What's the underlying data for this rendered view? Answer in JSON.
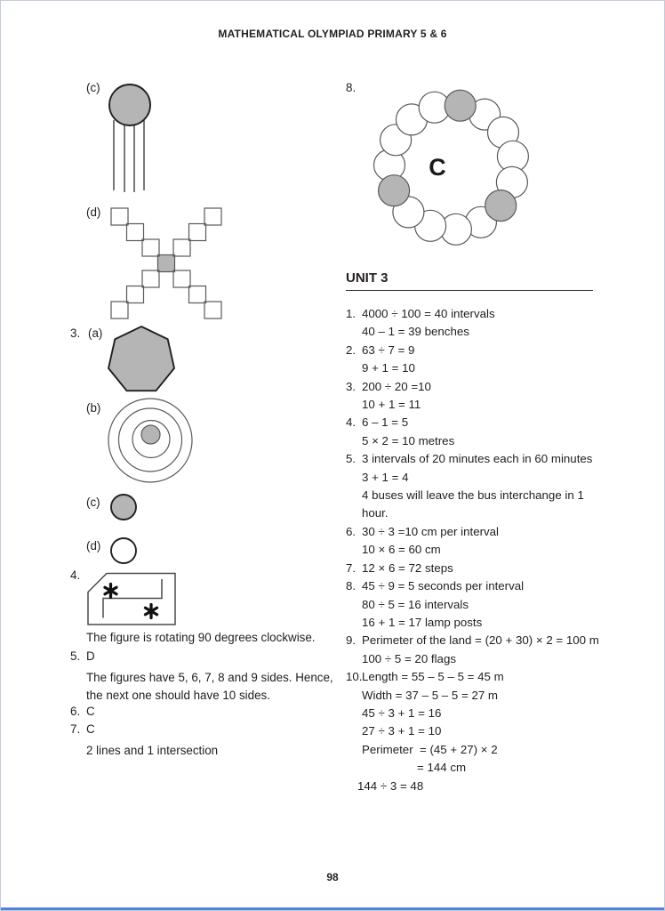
{
  "page": {
    "header": "MATHEMATICAL OLYMPIAD PRIMARY 5 & 6",
    "page_number": "98"
  },
  "colors": {
    "shape_fill_gray": "#b5b5b5",
    "ink": "#231f20",
    "thin_stroke": "#58595b",
    "bottom_bar_blue": "#5381dd"
  },
  "left": {
    "fig2c_label": "(c)",
    "fig2d_label": "(d)",
    "q3_num": "3.",
    "q3a_label": "(a)",
    "q3b_label": "(b)",
    "q3c_label": "(c)",
    "q3d_label": "(d)",
    "q4_num": "4.",
    "q4_note": "The figure is rotating 90 degrees clockwise.",
    "q5_num": "5.",
    "q5_answer": "D",
    "q5_note_line1": "The figures have 5, 6, 7, 8 and 9 sides. Hence,",
    "q5_note_line2": "the next one should have 10 sides.",
    "q6_num": "6.",
    "q6_answer": "C",
    "q7_num": "7.",
    "q7_answer": "C",
    "q7_note": "2 lines and 1 intersection"
  },
  "right": {
    "q8_num": "8.",
    "q8_center_label": "C",
    "unit_heading": "UNIT 3",
    "answers": [
      {
        "num": "1.",
        "lines": [
          "4000 ÷ 100 = 40 intervals",
          "40 – 1 = 39 benches"
        ]
      },
      {
        "num": "2.",
        "lines": [
          "63 ÷ 7 = 9",
          "9 + 1 = 10"
        ]
      },
      {
        "num": "3.",
        "lines": [
          "200 ÷ 20 =10",
          "10 + 1 = 11"
        ]
      },
      {
        "num": "4.",
        "lines": [
          "6 – 1 = 5",
          "5 × 2 = 10 metres"
        ]
      },
      {
        "num": "5.",
        "lines": [
          "3 intervals of 20 minutes each in 60 minutes",
          "3 + 1 = 4",
          "4 buses will leave the bus interchange in 1",
          "hour."
        ]
      },
      {
        "num": "6.",
        "lines": [
          "30 ÷ 3 =10 cm per interval",
          "10 × 6 = 60 cm"
        ]
      },
      {
        "num": "7.",
        "lines": [
          "12 × 6 = 72 steps"
        ]
      },
      {
        "num": "8.",
        "lines": [
          "45 ÷ 9 = 5 seconds per interval",
          "80 ÷ 5 = 16 intervals",
          "16 + 1 = 17 lamp posts"
        ]
      },
      {
        "num": "9.",
        "lines": [
          "Perimeter of the land = (20 + 30) × 2 = 100 m",
          "100 ÷ 5 = 20 flags"
        ]
      },
      {
        "num": "10.",
        "lines": [
          "Length = 55 – 5 – 5 = 45 m",
          "Width = 37 – 5 – 5 = 27 m",
          "45 ÷ 3 + 1 = 16",
          "27 ÷ 3 + 1 = 10",
          "Perimeter  = (45 + 27) × 2",
          "= 144 cm",
          "144 ÷ 3 = 48"
        ]
      }
    ]
  }
}
